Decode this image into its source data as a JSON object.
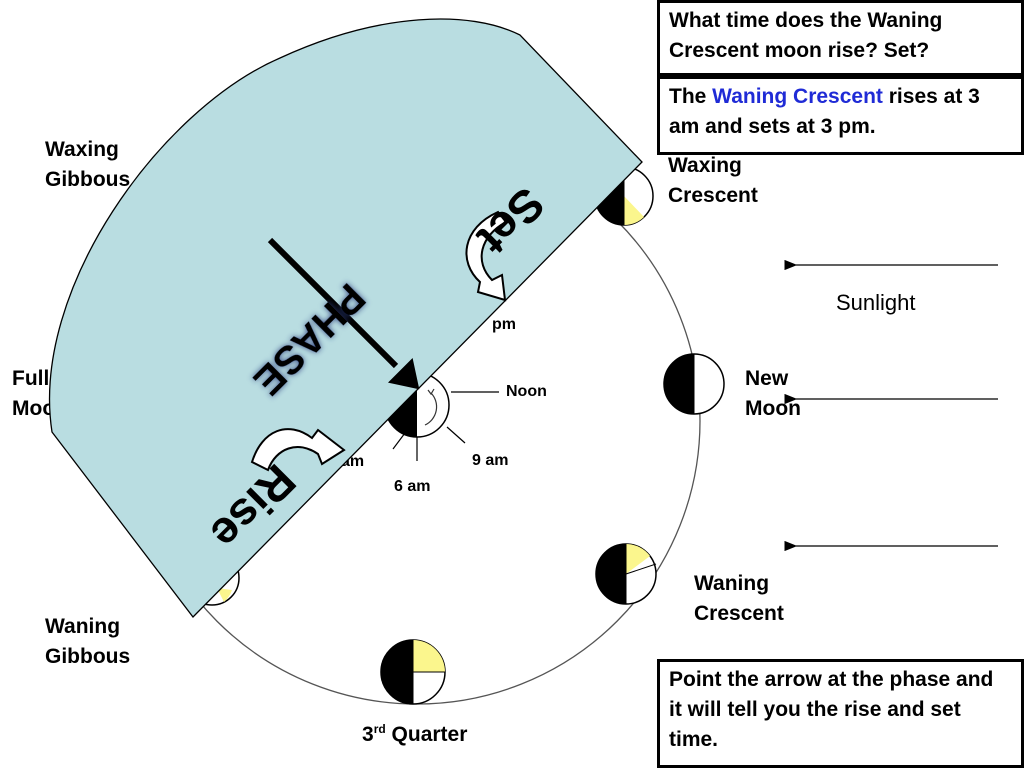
{
  "phases": {
    "waxing_gibbous": [
      "Waxing",
      "Gibbous"
    ],
    "waxing_crescent": [
      "Waxing",
      "Crescent"
    ],
    "full_moon": [
      "Full",
      "Moon"
    ],
    "new_moon": [
      "New",
      "Moon"
    ],
    "waning_gibbous": [
      "Waning",
      "Gibbous"
    ],
    "waning_crescent": [
      "Waning",
      "Crescent"
    ],
    "third_quarter": {
      "num": "3",
      "sup": "rd",
      "word": "Quarter"
    }
  },
  "clock": {
    "noon": "Noon",
    "nine_am": "9 am",
    "six_am": "6 am",
    "three_am_partial": "am",
    "three_pm_partial": "pm"
  },
  "sunlight": "Sunlight",
  "question_box": "What time does the Waning Crescent moon rise? Set?",
  "answer_box": {
    "prefix": "The ",
    "highlight": "Waning Crescent",
    "suffix": " rises at 3 am and sets at 3 pm."
  },
  "instruction_box": "Point the arrow at the phase and it will tell you the rise and set time.",
  "overlay": {
    "set": "Set",
    "rise": "Rise",
    "phase": "PHASE"
  },
  "colors": {
    "overlay_fill": "#b9dde1",
    "moon_lit": "#fbf68d",
    "highlight": "#1f2bd6"
  }
}
